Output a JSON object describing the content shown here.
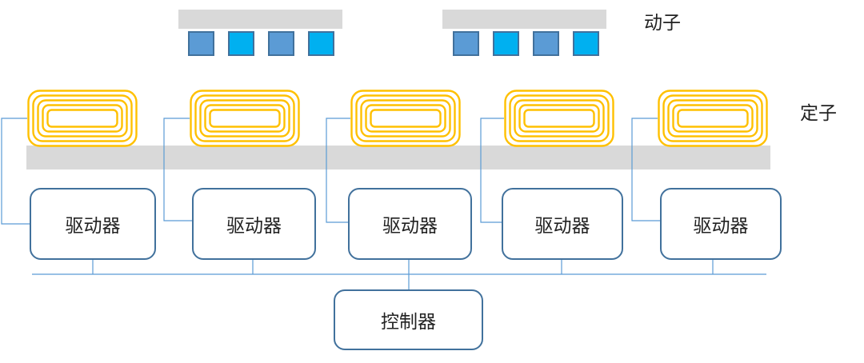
{
  "labels": {
    "mover": "动子",
    "stator": "定子",
    "driver": "驱动器",
    "controller": "控制器"
  },
  "icons": {
    "coil": "coil-icon",
    "magnet": "magnet-block-icon"
  },
  "colors": {
    "coil": "#ffc000",
    "bar": "#d9d9d9",
    "magnet_dark": "#5b9bd5",
    "magnet_light": "#00b0f0",
    "magnet_border": "#41719c",
    "wire": "#5b9bd5",
    "box_border": "#41719c"
  }
}
